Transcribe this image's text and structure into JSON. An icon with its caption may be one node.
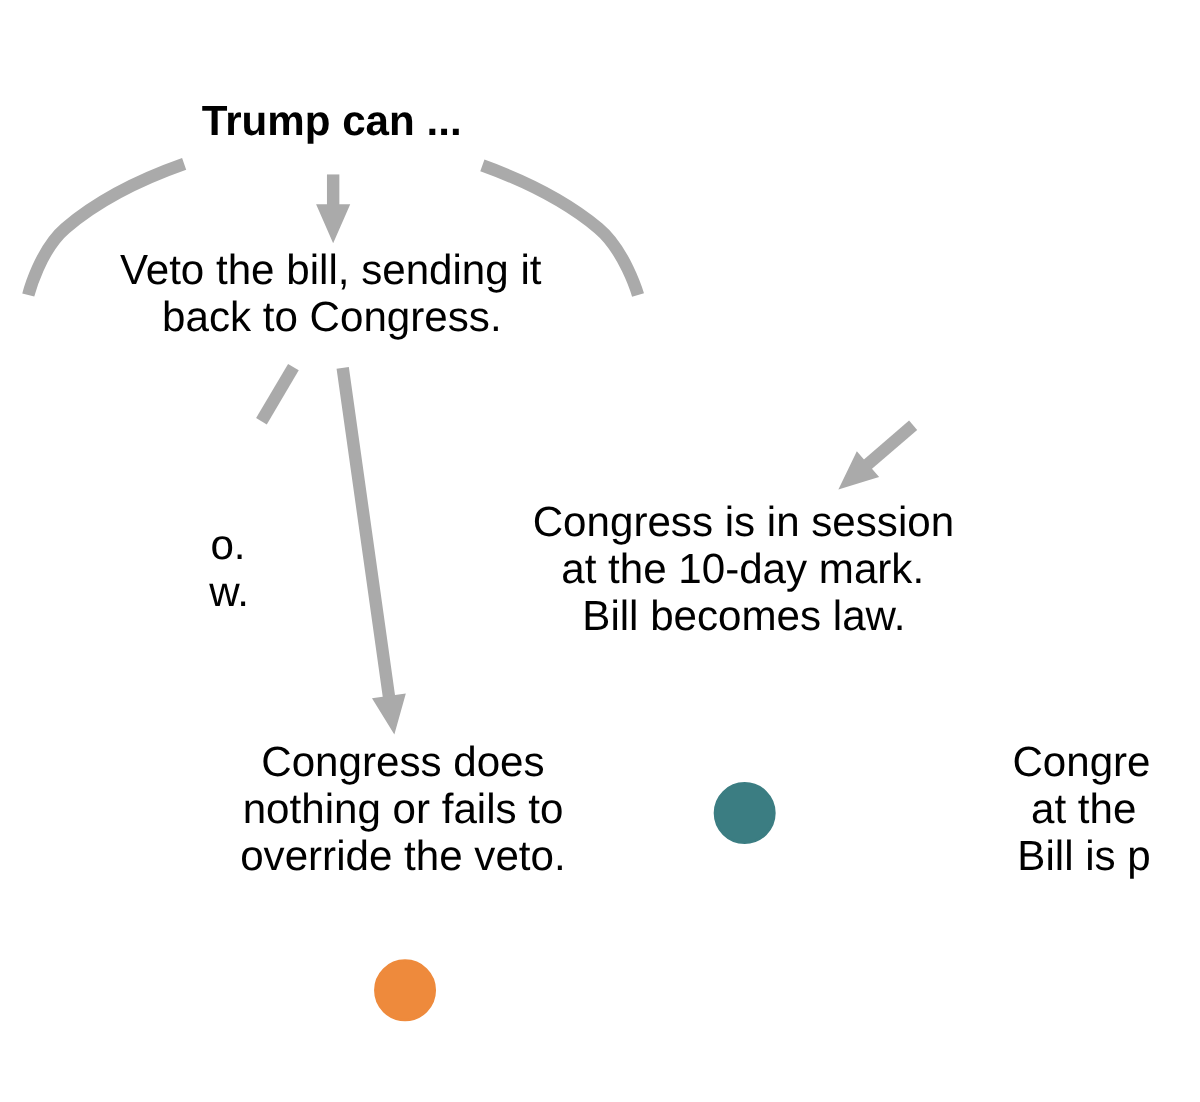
{
  "diagram": {
    "nodes": [
      {
        "text": [
          "Trump can ..."
        ]
      },
      {
        "text": [
          "Veto the bill, sending it back to Congress."
        ]
      },
      {
        "text": [
          "o. w."
        ]
      },
      {
        "text": [
          "Congress does nothing or fails to override the veto."
        ]
      },
      {
        "text": [],
        "shape": "circle"
      },
      {
        "text": [
          "Congress is in session at the 10-day mark. Bill becomes law."
        ]
      },
      {
        "text": [],
        "shape": "circle"
      },
      {
        "text": [
          "Congre at the Bill is p"
        ]
      }
    ],
    "edges": [
      {
        "from": 0,
        "to": null,
        "arrow": "none"
      },
      {
        "from": 0,
        "to": 1,
        "arrow": "to"
      },
      {
        "from": 0,
        "to": null,
        "arrow": "none"
      },
      {
        "from": 1,
        "to": null,
        "arrow": "none"
      },
      {
        "from": 1,
        "to": 3,
        "arrow": "to"
      },
      {
        "from": null,
        "to": 5,
        "arrow": "to"
      }
    ]
  }
}
